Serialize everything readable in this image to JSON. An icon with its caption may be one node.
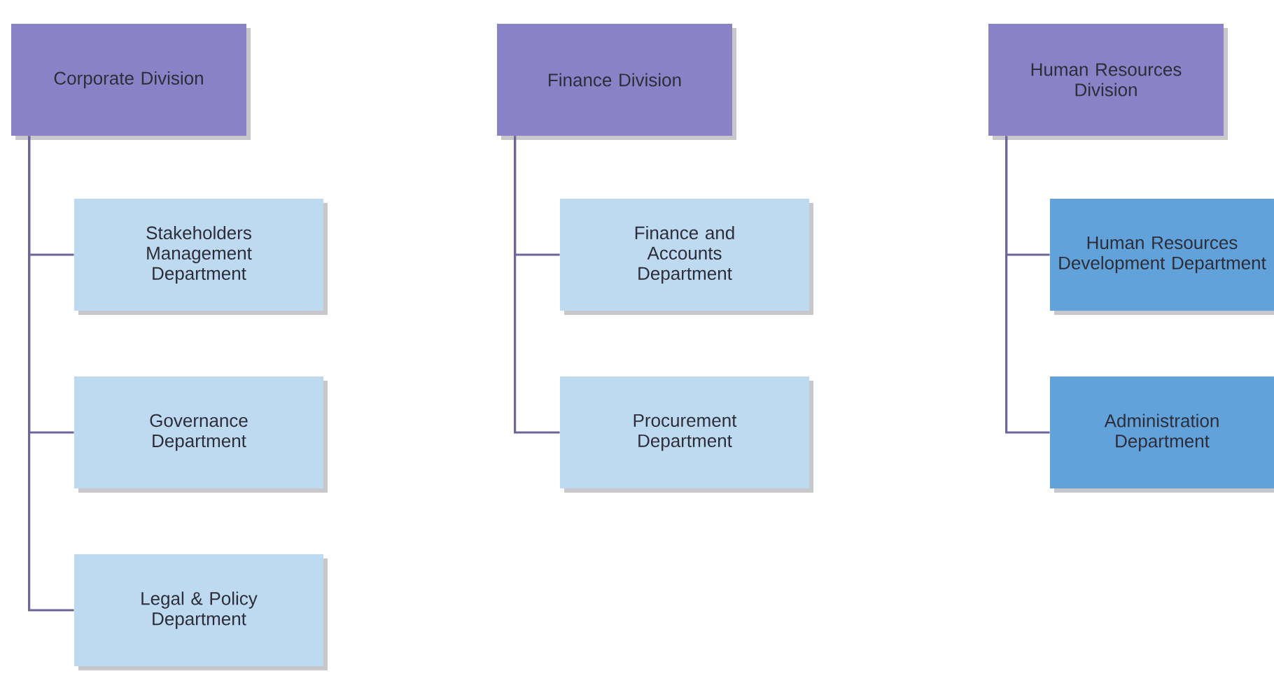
{
  "diagram": {
    "nodes": [
      {
        "text": [
          "Corporate Division"
        ]
      },
      {
        "text": [
          "Stakeholders Management Department"
        ]
      },
      {
        "text": [
          "Governance Department"
        ]
      },
      {
        "text": [
          "Legal & Policy Department"
        ]
      },
      {
        "text": [
          "Finance Division"
        ]
      },
      {
        "text": [
          "Finance and Accounts Department"
        ]
      },
      {
        "text": [
          "Procurement Department"
        ]
      },
      {
        "text": [
          "Human Resources Division"
        ]
      },
      {
        "text": [
          "Human Resources Development Department"
        ]
      },
      {
        "text": [
          "Administration Department"
        ]
      }
    ],
    "edges": [
      {
        "from": 0,
        "to": 1,
        "arrow": "none"
      },
      {
        "from": 0,
        "to": 2,
        "arrow": "none"
      },
      {
        "from": 0,
        "to": 3,
        "arrow": "none"
      },
      {
        "from": 4,
        "to": 5,
        "arrow": "none"
      },
      {
        "from": 4,
        "to": 6,
        "arrow": "none"
      },
      {
        "from": 7,
        "to": 8,
        "arrow": "none"
      },
      {
        "from": 7,
        "to": 9,
        "arrow": "none"
      }
    ]
  }
}
